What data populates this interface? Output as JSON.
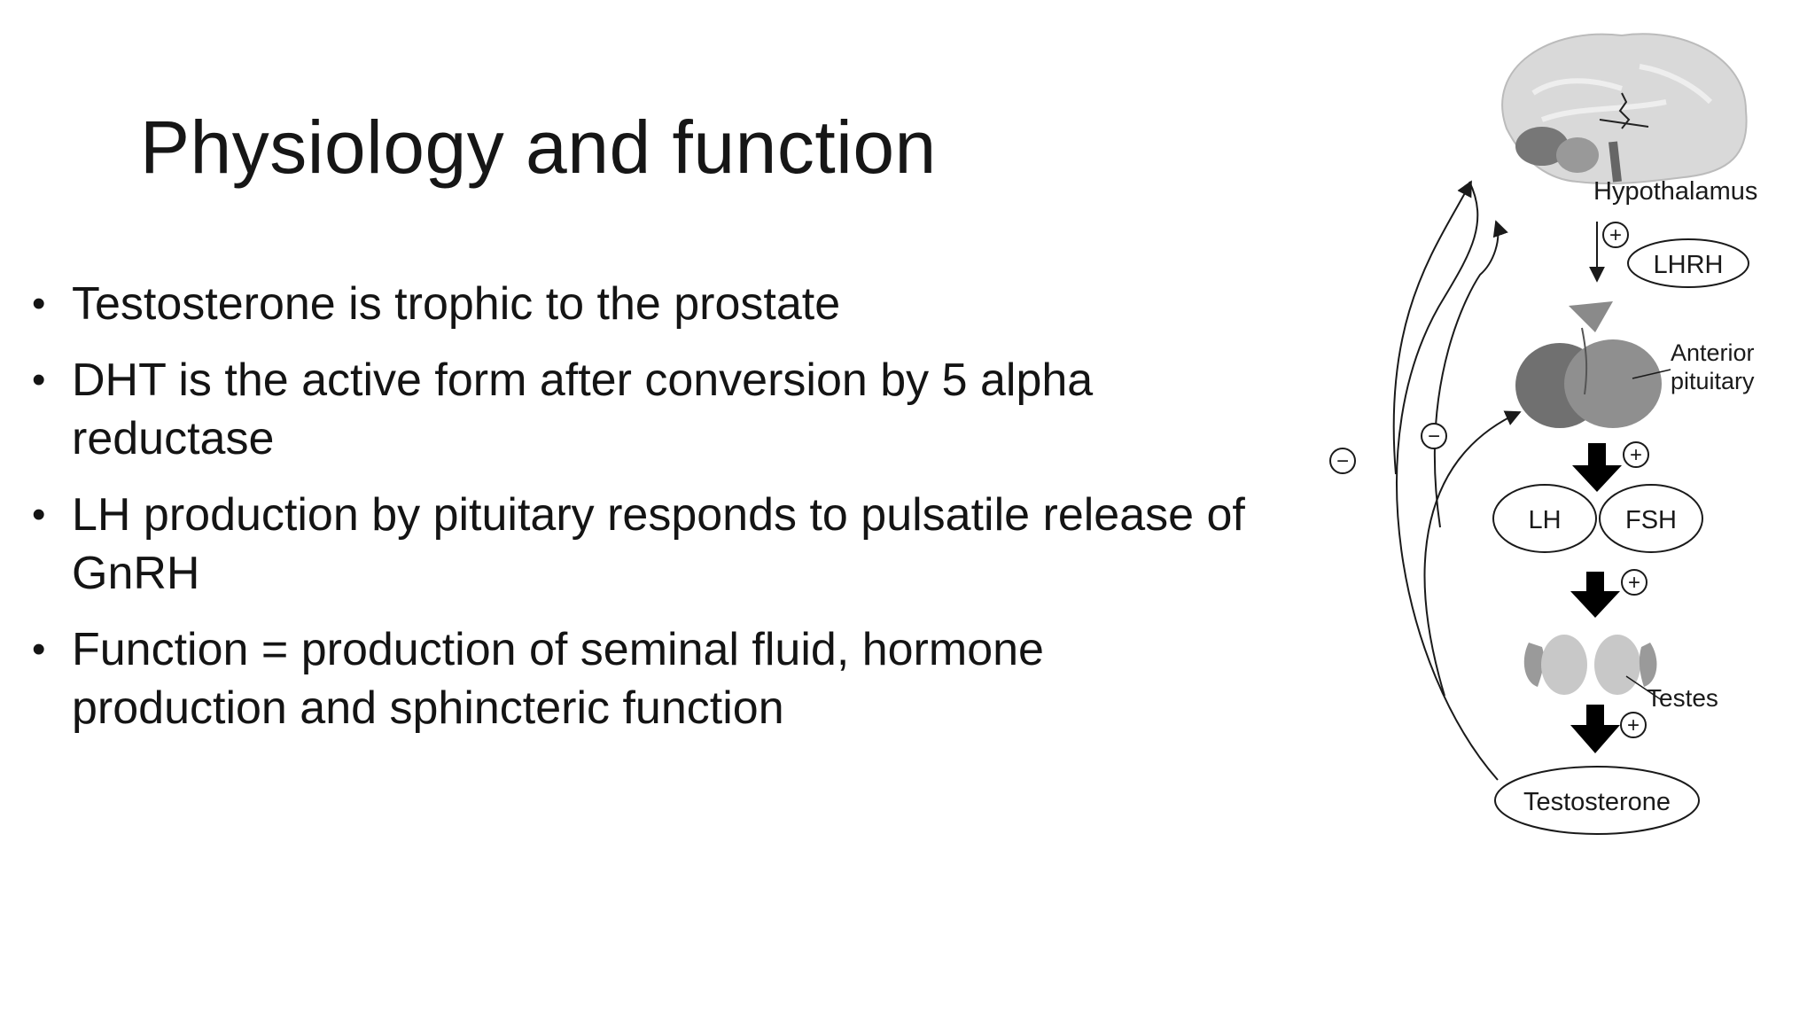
{
  "slide": {
    "title": "Physiology and function",
    "bullets": [
      "Testosterone is trophic to the prostate",
      "DHT is the active form after conversion by 5 alpha reductase",
      "LH production by pituitary responds to pulsatile release of GnRH",
      "Function = production of seminal fluid, hormone production and sphincteric function"
    ]
  },
  "diagram": {
    "labels": {
      "hypothalamus": "Hypothalamus",
      "lhrh": "LHRH",
      "anterior_pituitary_line1": "Anterior",
      "anterior_pituitary_line2": "pituitary",
      "lh": "LH",
      "fsh": "FSH",
      "testes": "Testes",
      "testosterone": "Testosterone"
    },
    "signs": {
      "plus": "+",
      "minus": "−"
    },
    "colors": {
      "brain": "#d6d6d6",
      "pituitary": "#7a7a7a",
      "testes": "#bdbdbd",
      "arrow": "#000000"
    }
  }
}
